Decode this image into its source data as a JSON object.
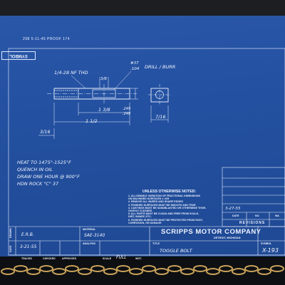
{
  "header": {
    "top_note": "298   5-11-45   PROOF 174",
    "symbol_label": "SYMBOL"
  },
  "dimensions": {
    "thread": "1/4-28 NF THD",
    "top_fraction": "3/8",
    "drill_number": "#37",
    "drill_size": ".104",
    "drill_note": "DRILL / BURR",
    "shank_length": "1 3/8",
    "overall_length": "1 1/2",
    "left_diameter": "3/16",
    "dia_1": ".249",
    ".248": ".248",
    "dia_2": ".248",
    "end_width": "7/16"
  },
  "heat_treat": [
    "HEAT TO 1475°-1525°F",
    "QUENCH IN OIL",
    "DRAW ONE HOUR @ 900°F",
    "HDN ROCK \"C\" 37"
  ],
  "notes": {
    "title": "UNLESS OTHERWISE NOTED:",
    "items": [
      "1. ALLOWABLE VARIATION OF FRACTIONAL DIMENSIONS",
      "   ON MACHINED SURFACES ± .005",
      "2. REMOVE ALL BURRS AND SHARP EDGES",
      "3. FINISHED SURFACES MUST BE SMOOTH AND TRUE",
      "4. CASTINGS MUST BE SANDBLASTED OR OTHERWISE THOR-",
      "   OUGHLY CLEANED",
      "5. ALL PARTS MUST BE CLEAN AND FREE FROM SCALE,",
      "   DIRT, SWARF, ETC.",
      "6. FINISHED SURFACES MUST BE PROTECTED FROM RUST,",
      "   CORROSION, OR DAMAGE"
    ]
  },
  "revisions": {
    "title": "REVISIONS",
    "date_entry": "3-27-55",
    "col_date": "DATE",
    "col_no": "NO.",
    "col_wa": "WA"
  },
  "title_block": {
    "drawn_label": "DRAWN",
    "drawn_value": "E.R.B.",
    "date_label": "DATE",
    "date_value": "3-21-55",
    "traced_label": "TRACED",
    "checked_label": "CHECKED",
    "approved_label": "APPROVED",
    "material_label": "MATERIAL",
    "material_value": "SAE-3140",
    "analysis_label": "ANALYSIS",
    "scale_label": "SCALE",
    "scale_value": "FULL",
    "wgt_label": "WGT.",
    "title_label": "TITLE",
    "title_value": "TOGGLE BOLT",
    "company": "SCRIPPS MOTOR COMPANY",
    "city": "DETROIT, MICHIGAN",
    "symbol_label": "SYMBOL",
    "symbol_value": "X-193"
  },
  "colors": {
    "paper": "#2350a0",
    "ink": "#eef3ff",
    "chain": "#c9a25a"
  }
}
